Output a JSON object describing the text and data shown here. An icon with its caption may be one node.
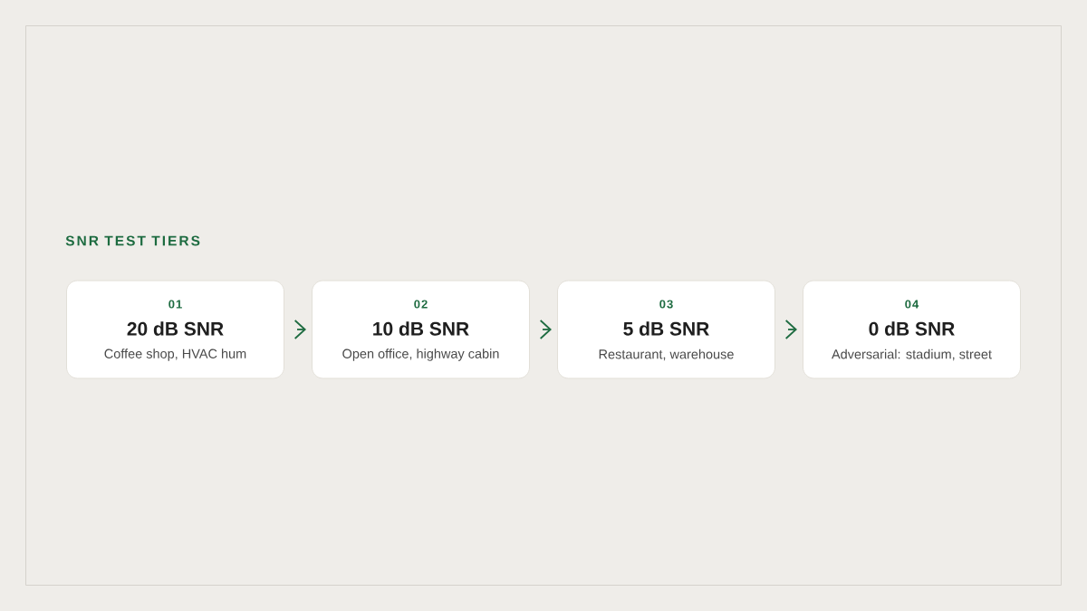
{
  "diagram": {
    "title": "SNR TEST TIERS",
    "nodes": [
      {
        "text": [
          "01",
          "20 dB SNR",
          "Coffee shop, HVAC hum"
        ]
      },
      {
        "text": [
          "02",
          "10 dB SNR",
          "Open office, highway cabin"
        ]
      },
      {
        "text": [
          "03",
          "5 dB SNR",
          "Restaurant, warehouse"
        ]
      },
      {
        "text": [
          "04",
          "0 dB SNR",
          "Adversarial: stadium, street"
        ]
      }
    ],
    "edges": [
      {
        "from": 0,
        "to": 1,
        "arrow": "to"
      },
      {
        "from": 1,
        "to": 2,
        "arrow": "to"
      },
      {
        "from": 2,
        "to": 3,
        "arrow": "to"
      }
    ]
  }
}
